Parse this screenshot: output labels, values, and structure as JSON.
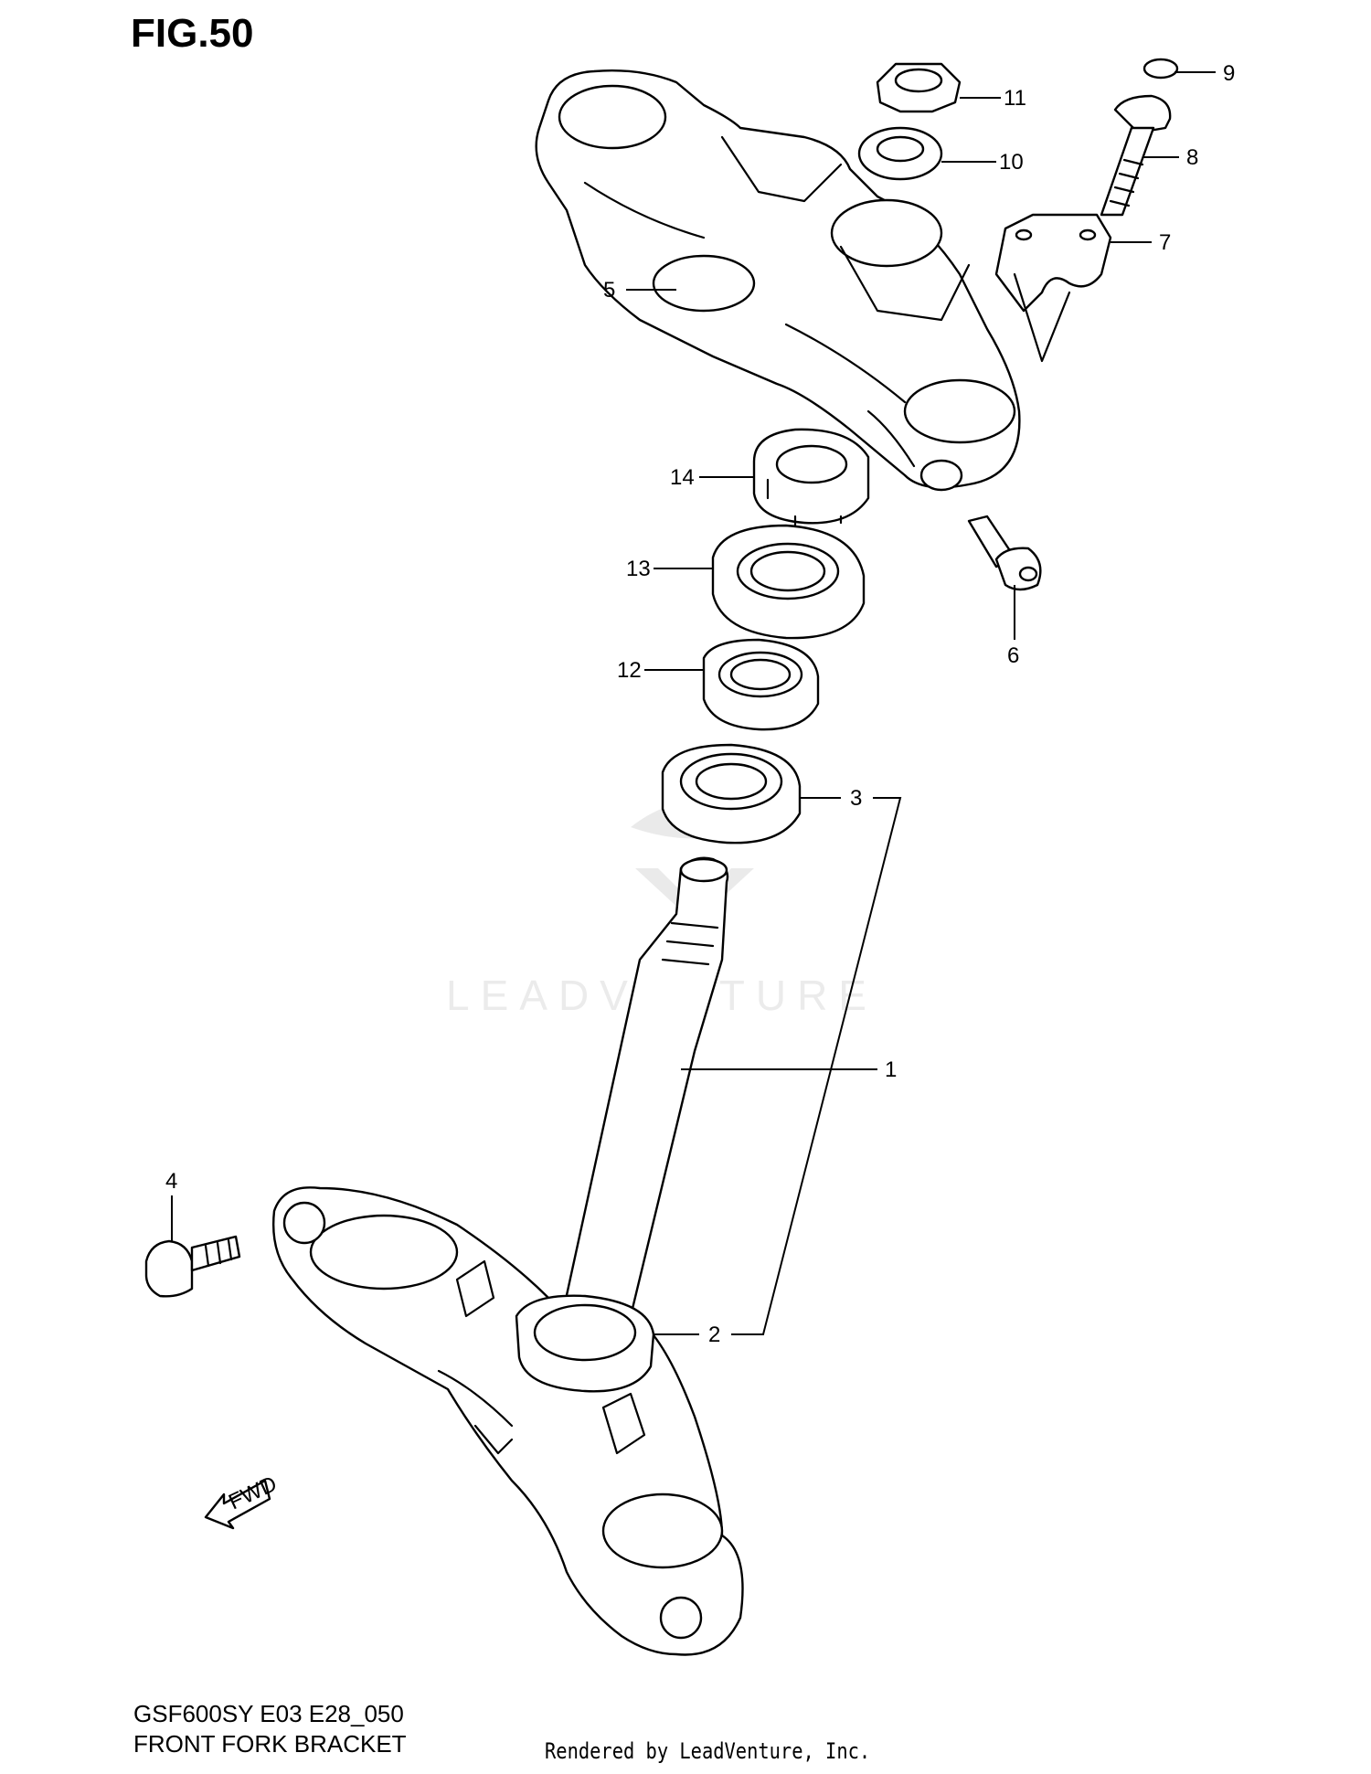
{
  "figure": {
    "title": "FIG.50",
    "model_code": "GSF600SY E03 E28_050",
    "section_name": "FRONT FORK BRACKET",
    "render_credit": "Rendered by LeadVenture, Inc.",
    "watermark": "LEADVENTURE",
    "fwd_label": "FWD"
  },
  "callouts": [
    "1",
    "2",
    "3",
    "4",
    "5",
    "6",
    "7",
    "8",
    "9",
    "10",
    "11",
    "12",
    "13",
    "14"
  ],
  "icons": {
    "fwd": "fwd-arrow-icon",
    "watermark_logo": "leadventure-logo-icon"
  },
  "colors": {
    "line": "#000000",
    "background": "#ffffff",
    "watermark": "#ebebeb"
  }
}
